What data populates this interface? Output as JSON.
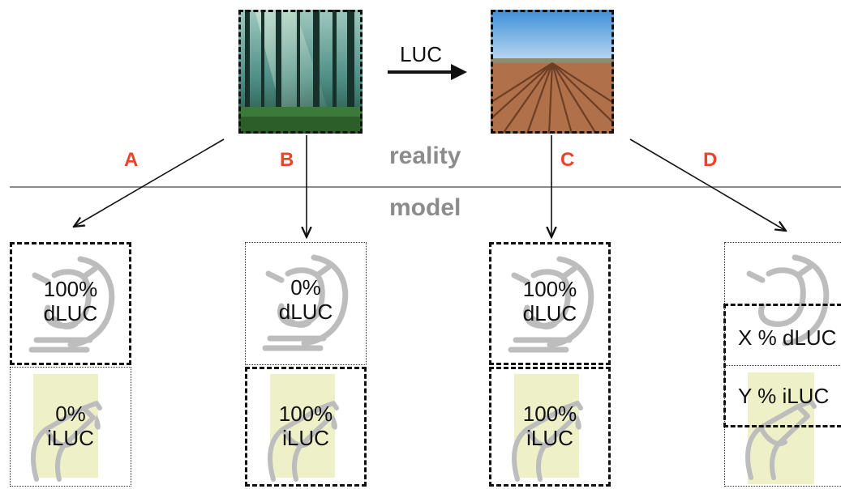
{
  "arrow_label": "LUC",
  "realms": {
    "reality": "reality",
    "model": "model"
  },
  "scenarios": [
    {
      "letter": "A",
      "dluc": [
        "100%",
        "dLUC"
      ],
      "iluc": [
        "0%",
        "iLUC"
      ]
    },
    {
      "letter": "B",
      "dluc": [
        "0%",
        "dLUC"
      ],
      "iluc": [
        "100%",
        "iLUC"
      ]
    },
    {
      "letter": "C",
      "dluc": [
        "100%",
        "dLUC"
      ],
      "iluc": [
        "100%",
        "iLUC"
      ]
    },
    {
      "letter": "D",
      "dluc": "X % dLUC",
      "iluc": "Y % iLUC"
    }
  ],
  "colors": {
    "letter": "#e8442a",
    "realm": "#8c8c8c",
    "highlight": "#eef0c8",
    "icon": "#bdbdbd"
  },
  "icons": {
    "photo_left": "forest-photo",
    "photo_right": "field-photo",
    "dluc_icon": "cow-icon",
    "iluc_icon": "fuel-nozzle-icon"
  }
}
